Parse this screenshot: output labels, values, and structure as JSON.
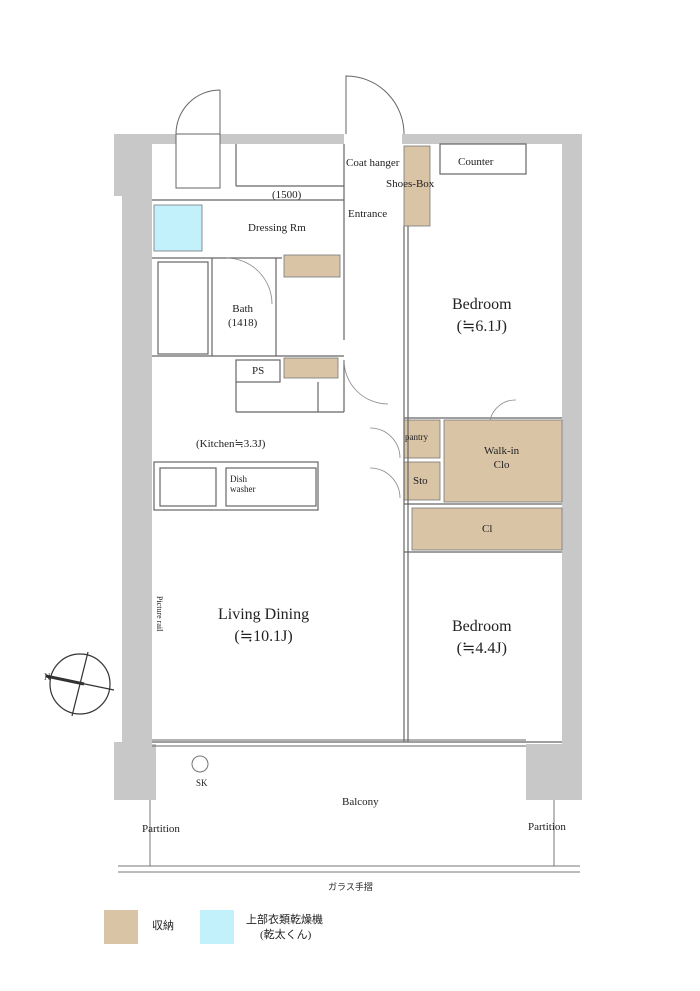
{
  "plan": {
    "rooms": {
      "living_dining": {
        "name": "Living Dining",
        "area": "(≒10.1J)"
      },
      "bedroom1": {
        "name": "Bedroom",
        "area": "(≒6.1J)"
      },
      "bedroom2": {
        "name": "Bedroom",
        "area": "(≒4.4J)"
      },
      "walk_in": {
        "line1": "Walk-in",
        "line2": "Clo"
      },
      "closet": "Cl",
      "storage": "Sto",
      "pantry": "pantry",
      "kitchen": "(Kitchen≒3.3J)",
      "bath": {
        "name": "Bath",
        "size": "(1418)"
      },
      "dressing": "Dressing Rm",
      "entrance": "Entrance",
      "shoes_box": "Shoes-Box",
      "coat_hanger": "Coat hanger",
      "counter": "Counter",
      "vanity_size": "(1500)",
      "ps": "PS",
      "dish_washer": {
        "line1": "Dish",
        "line2": "washer"
      },
      "picture_rail": "Picture rail",
      "balcony": "Balcony",
      "partition_left": "Partition",
      "partition_right": "Partition",
      "sk": "SK",
      "glass_handrail": "ガラス手摺"
    },
    "compass": {
      "north_label": "N"
    },
    "colors": {
      "storage": "#d9c4a6",
      "dryer": "#c2f0fb",
      "wall": "#c8c8c8",
      "line": "#666666"
    }
  },
  "legend": {
    "storage_label": "収納",
    "dryer_line1": "上部衣類乾燥機",
    "dryer_line2": "(乾太くん)"
  }
}
